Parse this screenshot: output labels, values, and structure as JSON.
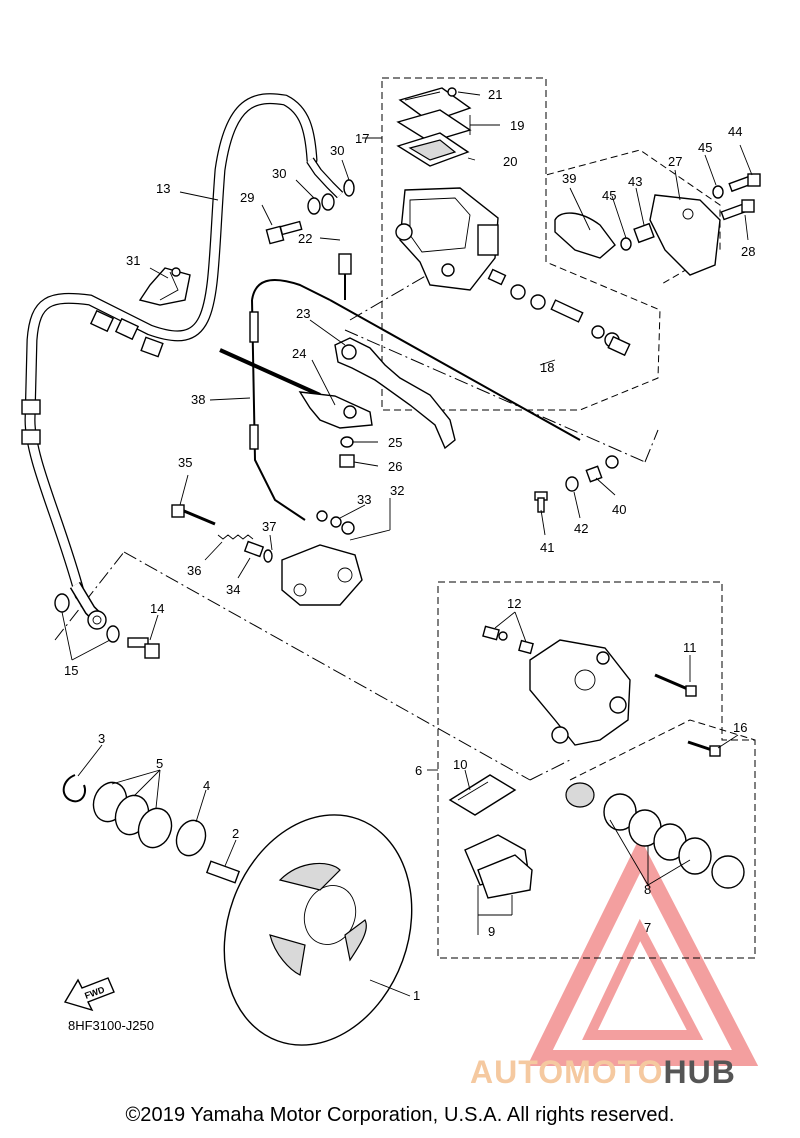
{
  "diagram_code": "8HF3100-J250",
  "copyright": "©2019 Yamaha Motor Corporation, U.S.A. All rights reserved.",
  "watermark": {
    "part1": "AUTOMOTO",
    "part2": "HUB",
    "color1": "#f5c9a0",
    "color2": "#555555",
    "logo_color": "#f08080"
  },
  "fwd_label": "FWD",
  "callouts": {
    "c1": "1",
    "c2": "2",
    "c3": "3",
    "c4": "4",
    "c5": "5",
    "c6": "6",
    "c7": "7",
    "c8": "8",
    "c9": "9",
    "c10": "10",
    "c11": "11",
    "c12": "12",
    "c13": "13",
    "c14": "14",
    "c15": "15",
    "c16": "16",
    "c17": "17",
    "c18": "18",
    "c19": "19",
    "c20": "20",
    "c21": "21",
    "c22": "22",
    "c23": "23",
    "c24": "24",
    "c25": "25",
    "c26": "26",
    "c27": "27",
    "c28": "28",
    "c29": "29",
    "c30a": "30",
    "c30b": "30",
    "c31": "31",
    "c32": "32",
    "c33": "33",
    "c34": "34",
    "c35": "35",
    "c36": "36",
    "c37": "37",
    "c38": "38",
    "c39": "39",
    "c40": "40",
    "c41": "41",
    "c42": "42",
    "c43": "43",
    "c44": "44",
    "c45a": "45",
    "c45b": "45"
  }
}
